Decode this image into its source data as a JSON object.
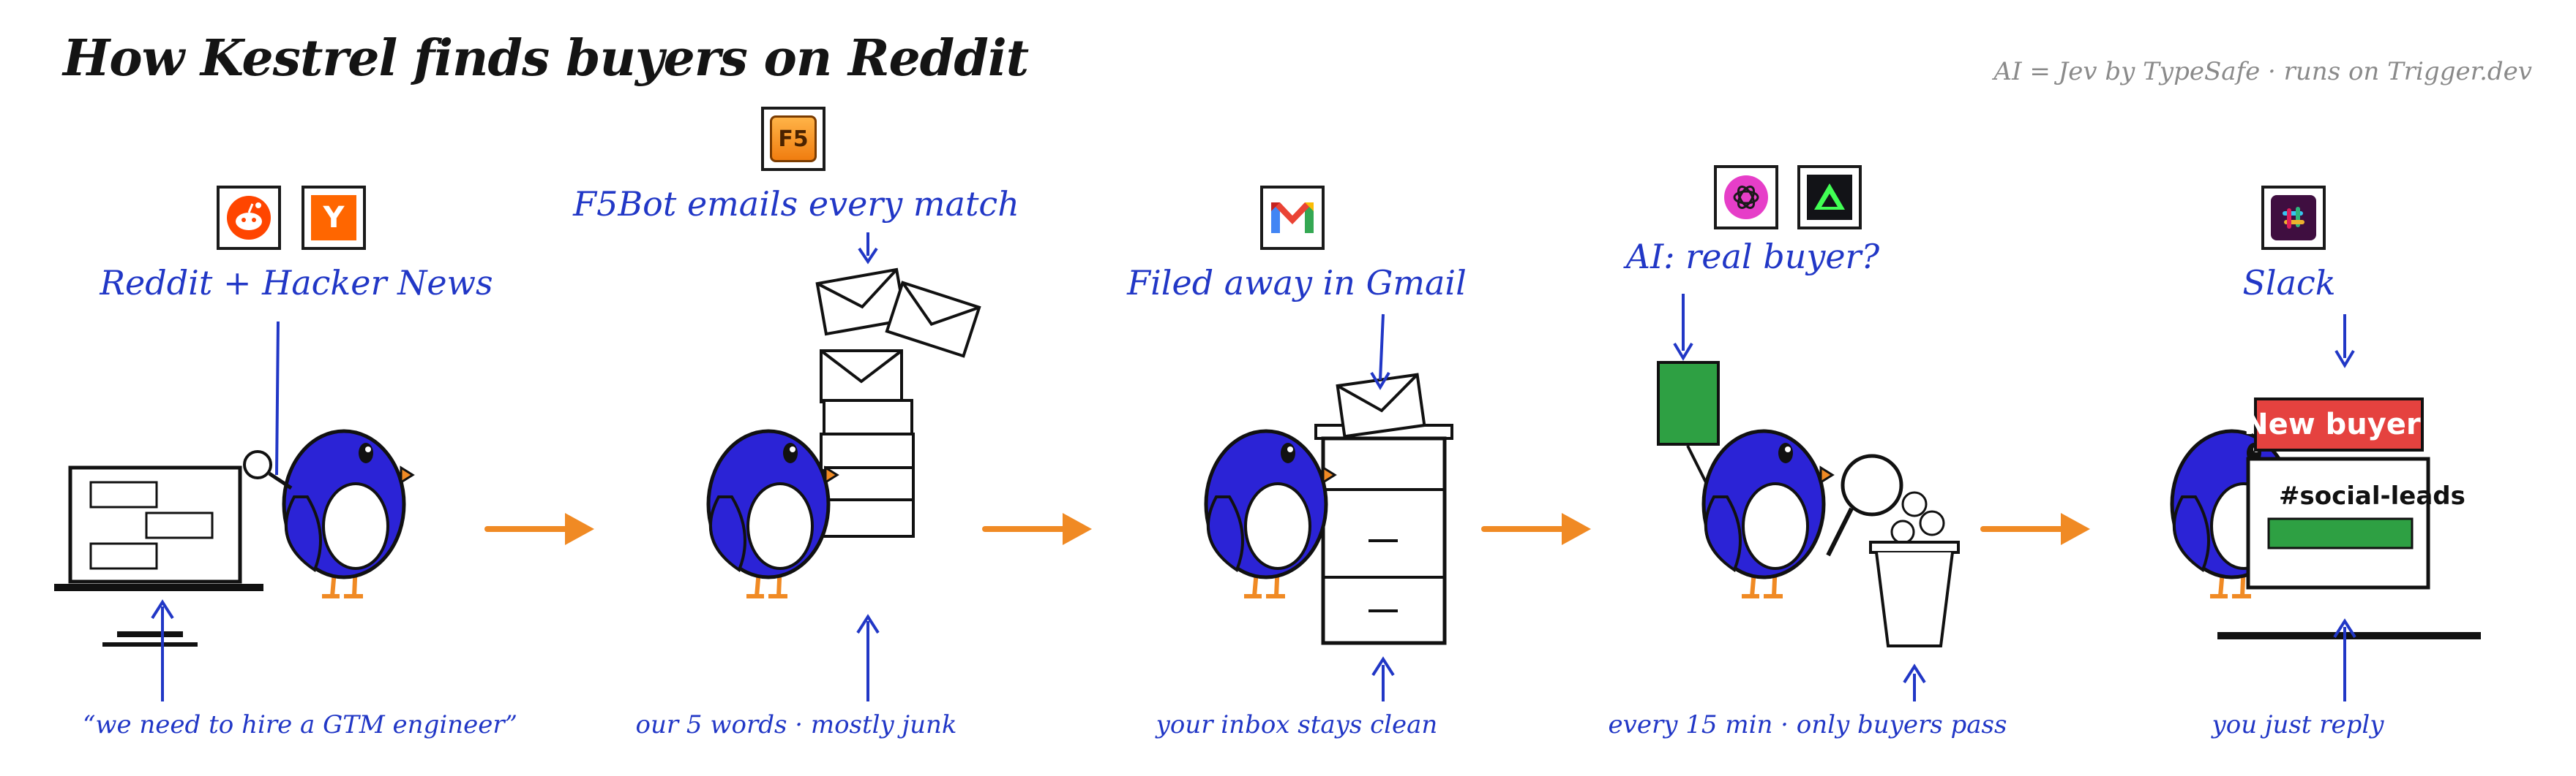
{
  "title": "How Kestrel finds buyers on Reddit",
  "credit": "AI = Jev by TypeSafe · runs on Trigger.dev",
  "steps": [
    {
      "label": "Reddit + Hacker News",
      "caption": "“we need to hire a GTM engineer”",
      "logos": [
        "reddit-icon",
        "hacker-news-icon"
      ]
    },
    {
      "label": "F5Bot emails every match",
      "caption": "our 5 words · mostly junk",
      "logos": [
        "f5bot-icon"
      ]
    },
    {
      "label": "Filed away in Gmail",
      "caption": "your inbox stays clean",
      "logos": [
        "gmail-icon"
      ]
    },
    {
      "label": "AI: real buyer?",
      "caption": "every 15 min · only buyers pass",
      "logos": [
        "openai-icon",
        "trigger-dev-icon"
      ]
    },
    {
      "label": "Slack",
      "caption": "you just reply",
      "logos": [
        "slack-icon"
      ]
    }
  ],
  "logo_text": {
    "hacker_news": "Y",
    "f5bot": "F5"
  },
  "slack_card": {
    "badge": "New buyer!",
    "channel": "#social-leads"
  },
  "colors": {
    "bird_blue": "#2b23d6",
    "annotation_blue": "#2137c6",
    "arrow_orange": "#f08a24",
    "reddit_orange": "#ff4500",
    "hn_orange": "#ff6600",
    "folder_green": "#2ea043",
    "badge_red": "#e5423f"
  }
}
